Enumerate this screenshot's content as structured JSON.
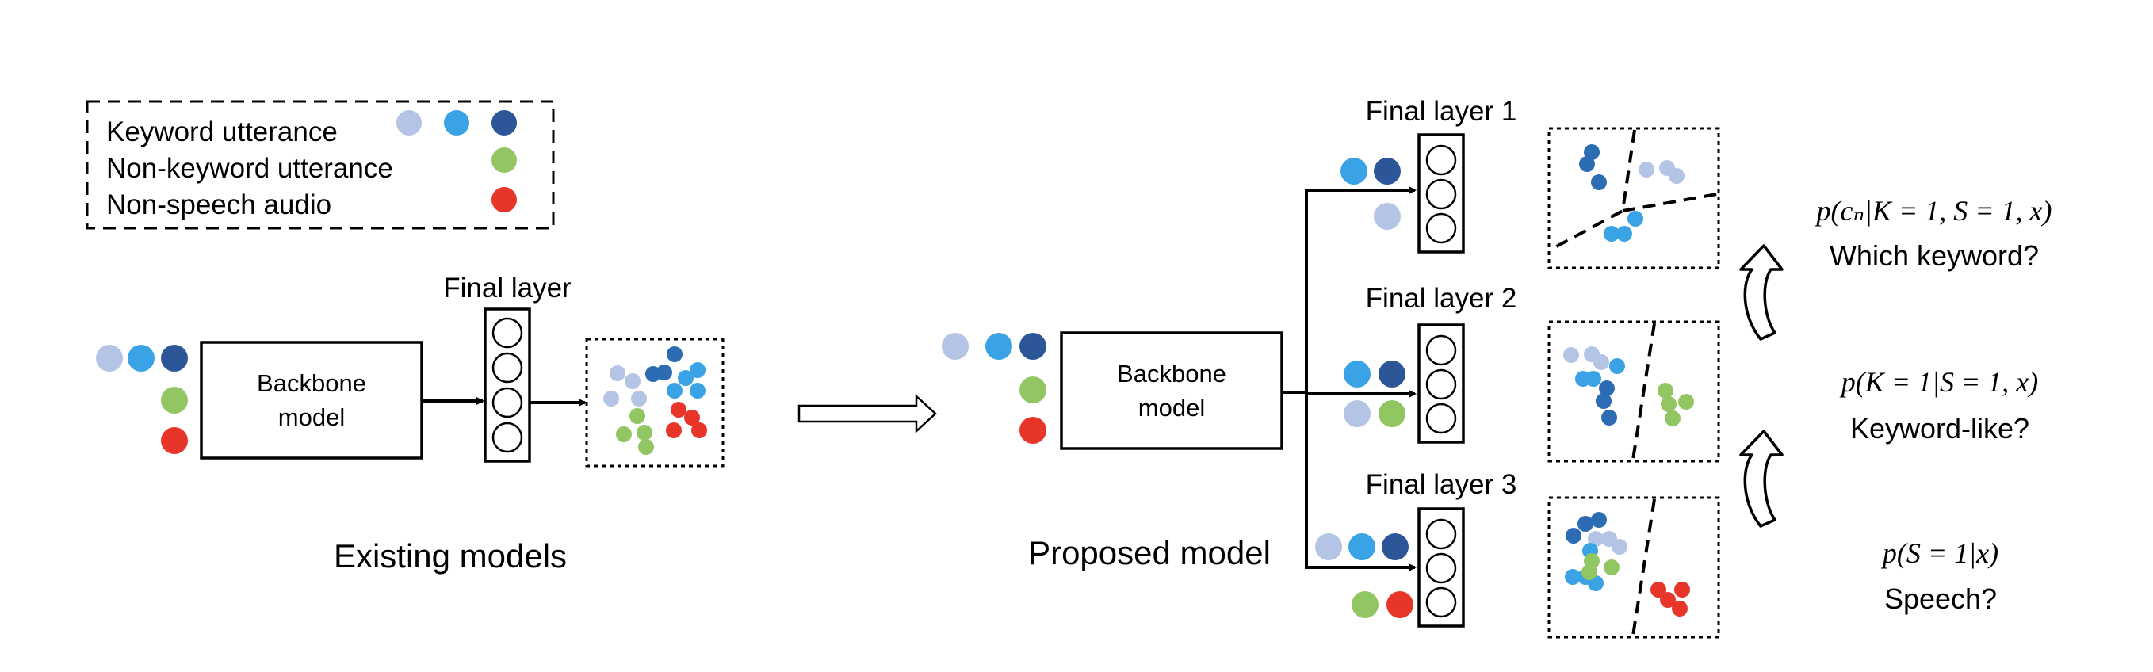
{
  "colors": {
    "light_blue": "#b4c4e4",
    "sky_blue": "#3aa3e6",
    "dark_blue": "#2d5699",
    "mid_blue": "#2b6cb3",
    "green": "#92c663",
    "red": "#e8352a"
  },
  "legend": {
    "keyword": "Keyword utterance",
    "non_keyword": "Non-keyword utterance",
    "non_speech": "Non-speech audio"
  },
  "existing": {
    "backbone_line1": "Backbone",
    "backbone_line2": "model",
    "final_layer": "Final layer",
    "caption": "Existing models"
  },
  "proposed": {
    "backbone_line1": "Backbone",
    "backbone_line2": "model",
    "caption": "Proposed model",
    "heads": [
      {
        "label": "Final layer 1",
        "formula": "p(cₙ|K = 1, S = 1, x)",
        "question": "Which keyword?"
      },
      {
        "label": "Final layer 2",
        "formula": "p(K = 1|S = 1, x)",
        "question": "Keyword-like?"
      },
      {
        "label": "Final layer 3",
        "formula": "p(S = 1|x)",
        "question": "Speech?"
      }
    ]
  }
}
